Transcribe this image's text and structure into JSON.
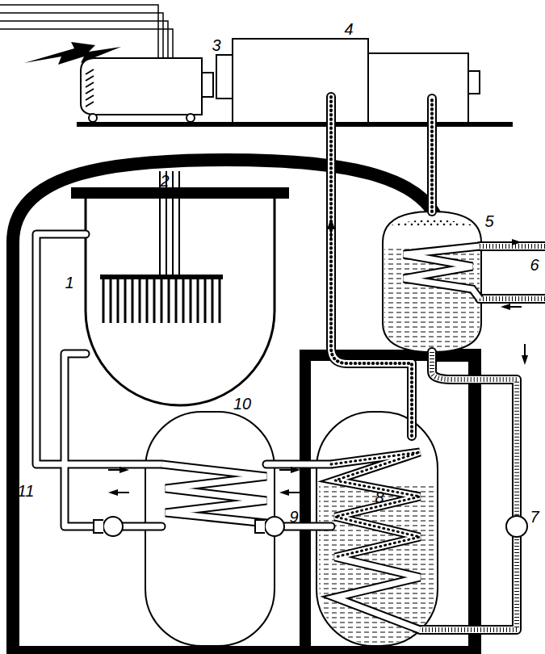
{
  "diagram": {
    "labels": [
      "3",
      "4",
      "2",
      "5",
      "6",
      "1",
      "10",
      "11",
      "9",
      "8",
      "7"
    ]
  }
}
